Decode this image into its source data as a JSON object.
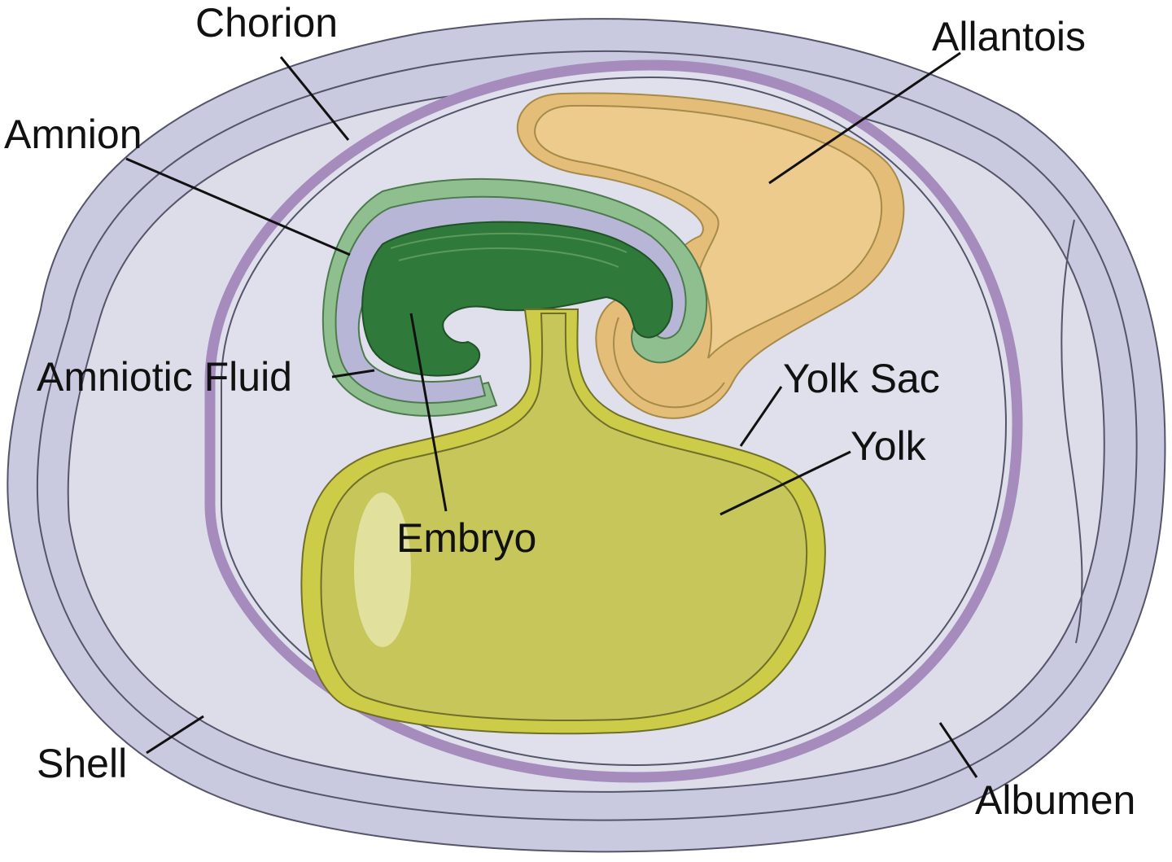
{
  "labels": {
    "chorion": "Chorion",
    "allantois": "Allantois",
    "amnion": "Amnion",
    "amniotic_fluid": "Amniotic Fluid",
    "yolk_sac": "Yolk Sac",
    "yolk": "Yolk",
    "embryo": "Embryo",
    "shell": "Shell",
    "albumen": "Albumen"
  },
  "colors": {
    "shell": "#c9cadf",
    "albumen": "#dcdde9",
    "chorion": "#a58cbd",
    "allantois": "#e4be78",
    "amnion": "#8fbf8f",
    "amniotic_fluid": "#b7b6d6",
    "embryo": "#2f7a3a",
    "yolk_sac": "#cccc48",
    "yolk": "#c6c65a"
  }
}
